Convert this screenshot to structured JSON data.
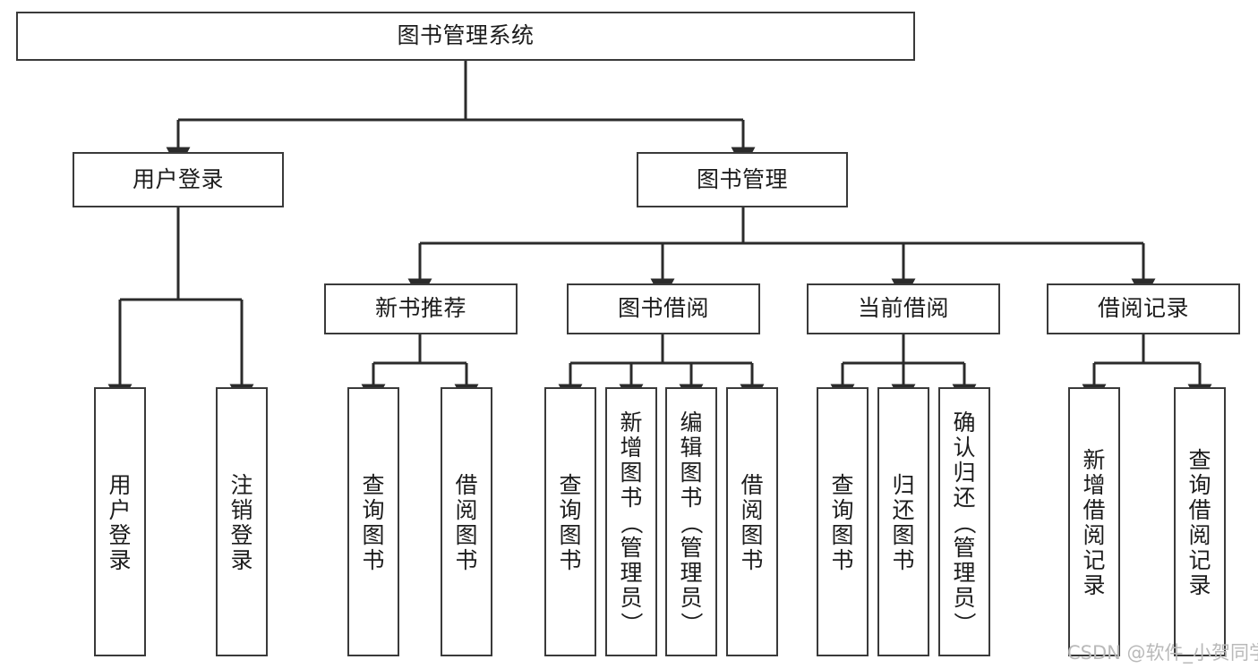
{
  "diagram": {
    "type": "tree-hierarchy-chart",
    "title": "图书管理系统",
    "colors": {
      "box_border": "#3a3a3a",
      "box_fill": "#ffffff",
      "connector": "#2b2b2b",
      "text": "#1c1c1c",
      "watermark": "#b9b9b9",
      "background": "#ffffff"
    },
    "nodes": {
      "root": {
        "label": "图书管理系统",
        "orientation": "horizontal"
      },
      "level2": [
        {
          "id": "user-login",
          "label": "用户登录",
          "orientation": "horizontal"
        },
        {
          "id": "book-management",
          "label": "图书管理",
          "orientation": "horizontal"
        }
      ],
      "level3": [
        {
          "id": "new-book-recommend",
          "label": "新书推荐",
          "orientation": "horizontal",
          "parent": "book-management"
        },
        {
          "id": "book-borrow",
          "label": "图书借阅",
          "orientation": "horizontal",
          "parent": "book-management"
        },
        {
          "id": "current-borrow",
          "label": "当前借阅",
          "orientation": "horizontal",
          "parent": "book-management"
        },
        {
          "id": "borrow-record",
          "label": "借阅记录",
          "orientation": "horizontal",
          "parent": "book-management"
        }
      ],
      "leaves": [
        {
          "id": "leaf-user-login",
          "label": "用户登录",
          "orientation": "vertical",
          "parent": "user-login"
        },
        {
          "id": "leaf-logout-login",
          "label": "注销登录",
          "orientation": "vertical",
          "parent": "user-login"
        },
        {
          "id": "leaf-query-book-1",
          "label": "查询图书",
          "orientation": "vertical",
          "parent": "new-book-recommend"
        },
        {
          "id": "leaf-borrow-book-1",
          "label": "借阅图书",
          "orientation": "vertical",
          "parent": "new-book-recommend"
        },
        {
          "id": "leaf-query-book-2",
          "label": "查询图书",
          "orientation": "vertical",
          "parent": "book-borrow"
        },
        {
          "id": "leaf-add-book-admin",
          "label": "新增图书（管理员）",
          "orientation": "vertical",
          "parent": "book-borrow"
        },
        {
          "id": "leaf-edit-book-admin",
          "label": "编辑图书（管理员）",
          "orientation": "vertical",
          "parent": "book-borrow"
        },
        {
          "id": "leaf-borrow-book-2",
          "label": "借阅图书",
          "orientation": "vertical",
          "parent": "book-borrow"
        },
        {
          "id": "leaf-query-book-3",
          "label": "查询图书",
          "orientation": "vertical",
          "parent": "current-borrow"
        },
        {
          "id": "leaf-return-book",
          "label": "归还图书",
          "orientation": "vertical",
          "parent": "current-borrow"
        },
        {
          "id": "leaf-confirm-return-admin",
          "label": "确认归还（管理员）",
          "orientation": "vertical",
          "parent": "current-borrow"
        },
        {
          "id": "leaf-add-borrow-record",
          "label": "新增借阅记录",
          "orientation": "vertical",
          "parent": "borrow-record"
        },
        {
          "id": "leaf-query-borrow-record",
          "label": "查询借阅记录",
          "orientation": "vertical",
          "parent": "borrow-record"
        }
      ]
    },
    "watermark": "CSDN @软件_小贺同学"
  }
}
